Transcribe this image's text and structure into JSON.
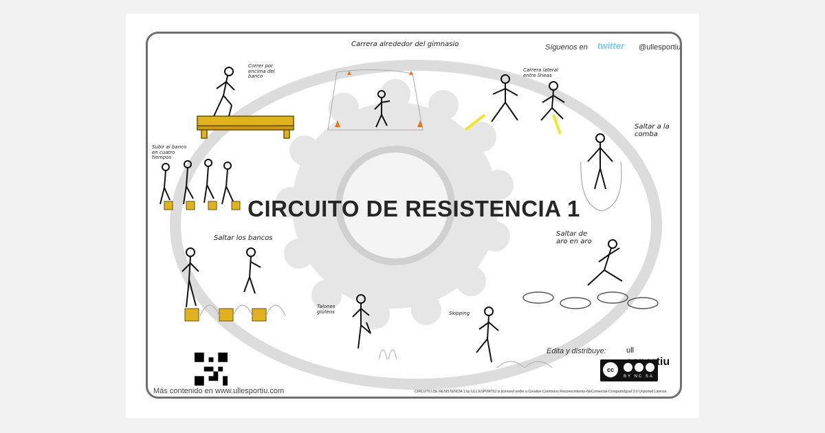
{
  "poster": {
    "title": "CIRCUITO DE RESISTENCIA 1",
    "follow_text": "Síguenos en",
    "twitter_logo_text": "twitter",
    "twitter_handle": "@ullesportiu",
    "footer_left": "Más contenido en www.ullesportiu.com",
    "license_text": "CIRCUITO DE RESISTENCIA 1 by ULL ESPORTIU is licensed under a Creative Commons Reconocimiento-NoComercial-CompartirIgual 3.0 Unported License.",
    "edita_text": "Edita y distribuye:",
    "brand_prefix": "ull",
    "brand_name": "esportiu",
    "cc_label": "cc",
    "cc_terms": "BY NC SA"
  },
  "exercises": {
    "e1": "Correr por encima del banco",
    "e2": "Carrera alrededor del gimnasio",
    "e3": "Carrera lateral entre líneas",
    "e4": "Saltar a la comba",
    "e5": "Subir al banco en cuatro tiempos",
    "e6": "Saltar los bancos",
    "e7": "Saltar de aro en aro",
    "e8": "Talones glúteos",
    "e9": "Skipping"
  },
  "colors": {
    "frame": "#6e6e73",
    "bench": "#e0b21f",
    "cone": "#e07a1f",
    "line_yellow": "#f1e530",
    "title": "#262626",
    "watermark": "#d9d9d9"
  }
}
